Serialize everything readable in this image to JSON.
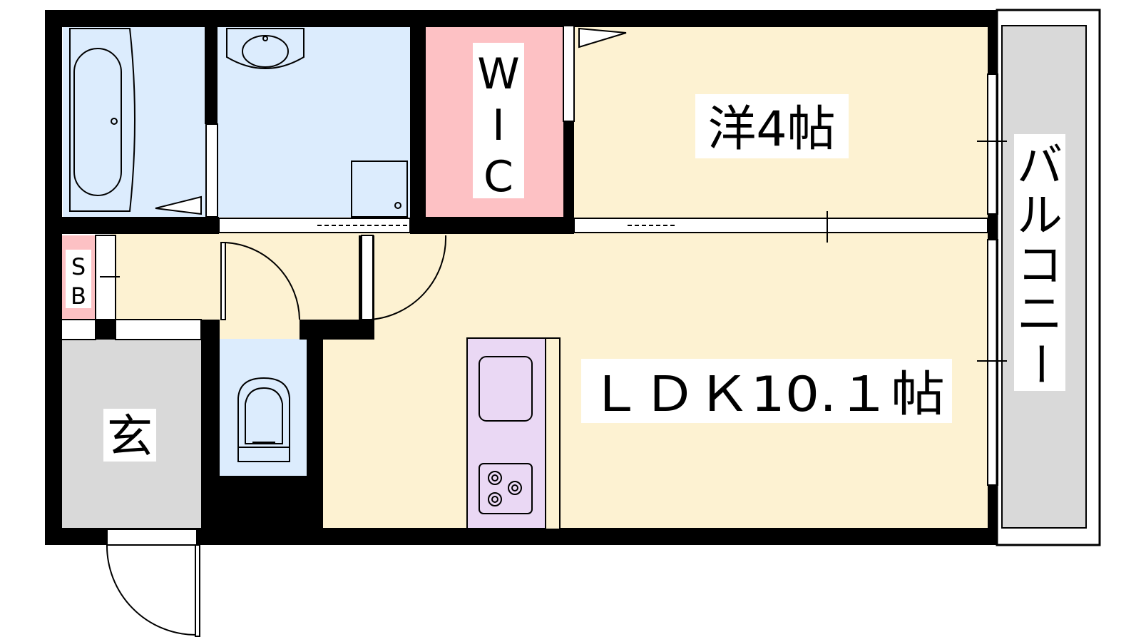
{
  "rooms": {
    "western": {
      "label": "洋4帖"
    },
    "ldk": {
      "label": "ＬＤＫ10.１帖"
    },
    "wic": {
      "label_lines": [
        "W",
        "I",
        "C"
      ]
    },
    "sb": {
      "label_lines": [
        "S",
        "B"
      ]
    },
    "entrance": {
      "label": "玄"
    },
    "balcony": {
      "label_chars": [
        "バ",
        "ル",
        "コ",
        "ニ",
        "ー"
      ]
    }
  },
  "colors": {
    "wall": "#000000",
    "room_floor": "#fdf2d2",
    "wet_area": "#dcecfd",
    "storage": "#fdc1c4",
    "entrance_floor": "#d9d9d9",
    "balcony_floor": "#d9d9d9",
    "kitchen": "#ead8f4",
    "fixture_line": "#000000"
  }
}
